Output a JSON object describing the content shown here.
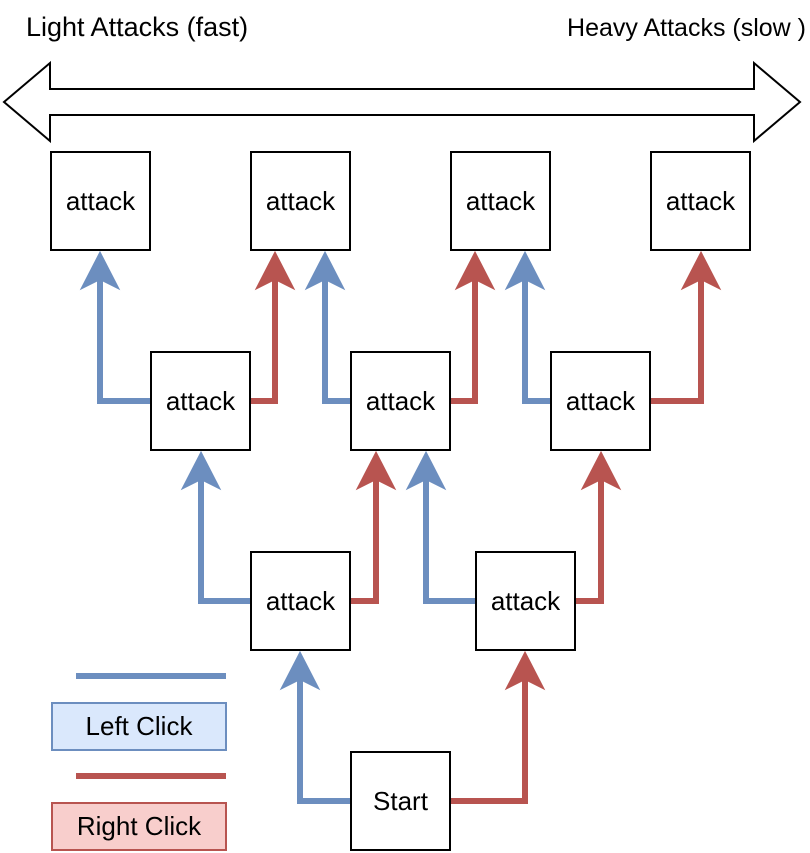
{
  "header": {
    "light_label": "Light Attacks (fast)",
    "heavy_label": "Heavy Attacks (slow )"
  },
  "nodes": {
    "start": "Start",
    "attack": "attack"
  },
  "legend": {
    "left_label": "Left Click",
    "right_label": "Right Click"
  },
  "colors": {
    "left": "#6c8ebf",
    "right": "#b85450",
    "left_fill": "#dae8fc",
    "right_fill": "#f8cecc"
  }
}
